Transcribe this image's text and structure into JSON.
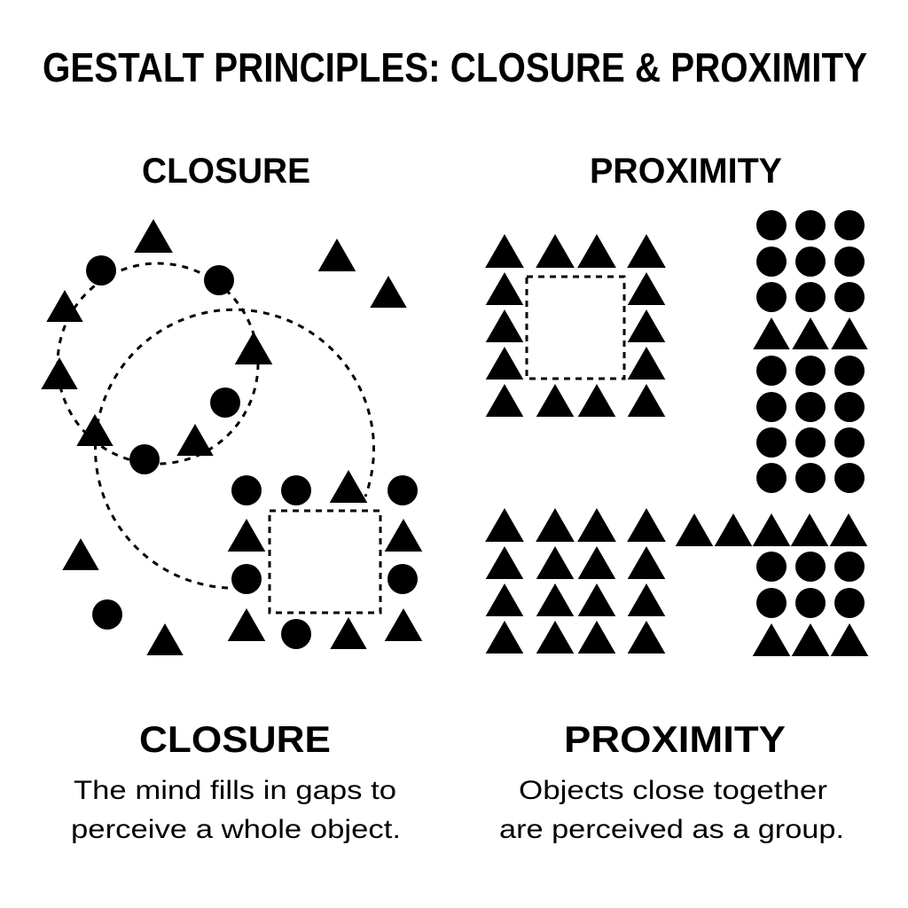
{
  "title": "GESTALT PRINCIPLES: CLOSURE & PROXIMITY",
  "closure": {
    "heading": "CLOSURE",
    "caption_heading": "CLOSURE",
    "caption_lines": [
      "The mind fills in gaps to",
      "perceive a whole object."
    ]
  },
  "proximity": {
    "heading": "PROXIMITY",
    "caption_heading": "PROXIMITY",
    "caption_lines": [
      "Objects close together",
      "are perceived as a group."
    ]
  },
  "colors": {
    "ink": "#000000",
    "background": "#ffffff"
  }
}
